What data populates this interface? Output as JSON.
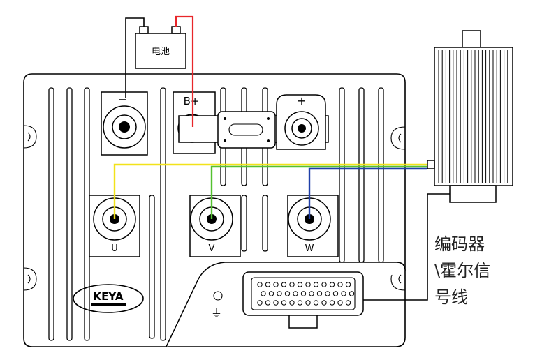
{
  "battery": {
    "label": "电池"
  },
  "controller": {
    "brand": "KEYA",
    "terminal_signs": {
      "negative": "−",
      "positive_b": "B+",
      "positive": "+"
    },
    "phase_labels": [
      "U",
      "V",
      "W"
    ]
  },
  "encoder_label": {
    "line1": "编码器",
    "line2": "\\霍尔信",
    "line3": "号线"
  },
  "colors": {
    "positive_wire": "#e8262a",
    "phase_u": "#f2e21a",
    "phase_v": "#54c130",
    "phase_w": "#1f3fa8",
    "outline": "#000000"
  }
}
